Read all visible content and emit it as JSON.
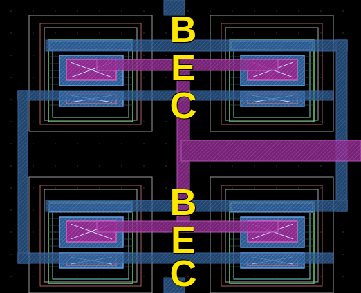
{
  "diagram": {
    "labels": [
      "B",
      "E",
      "C",
      "B",
      "E",
      "C"
    ]
  }
}
